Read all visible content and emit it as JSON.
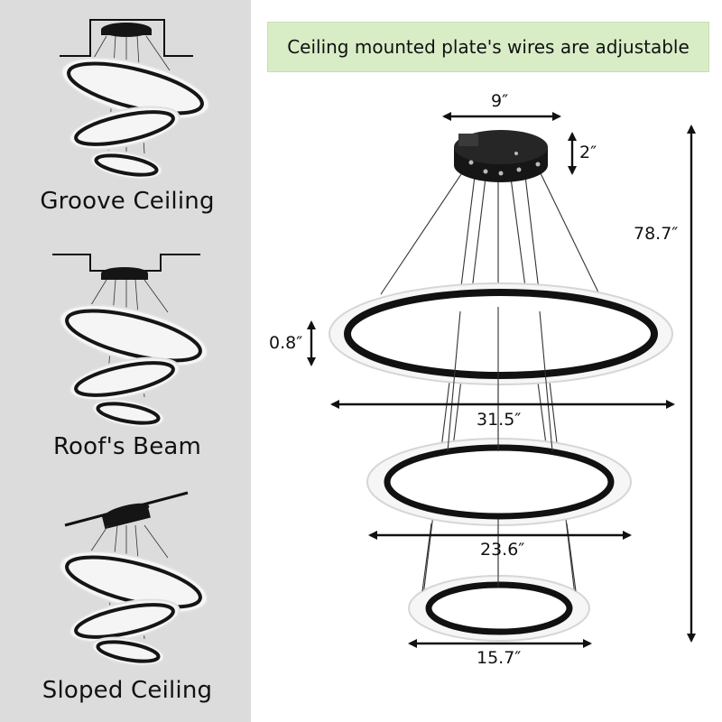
{
  "banner": {
    "text": "Ceiling mounted plate's wires are adjustable"
  },
  "mounting_options": [
    {
      "label": "Groove Ceiling"
    },
    {
      "label": "Roof's Beam"
    },
    {
      "label": "Sloped Ceiling"
    }
  ],
  "dimensions": {
    "canopy_width": "9″",
    "canopy_height": "2″",
    "total_height": "78.7″",
    "ring_thickness": "0.8″",
    "large_ring": "31.5″",
    "medium_ring": "23.6″",
    "small_ring": "15.7″"
  },
  "colors": {
    "left_bg": "#dcdcdc",
    "banner_bg": "#d8edc6",
    "fixture": "#1a1a1a"
  }
}
